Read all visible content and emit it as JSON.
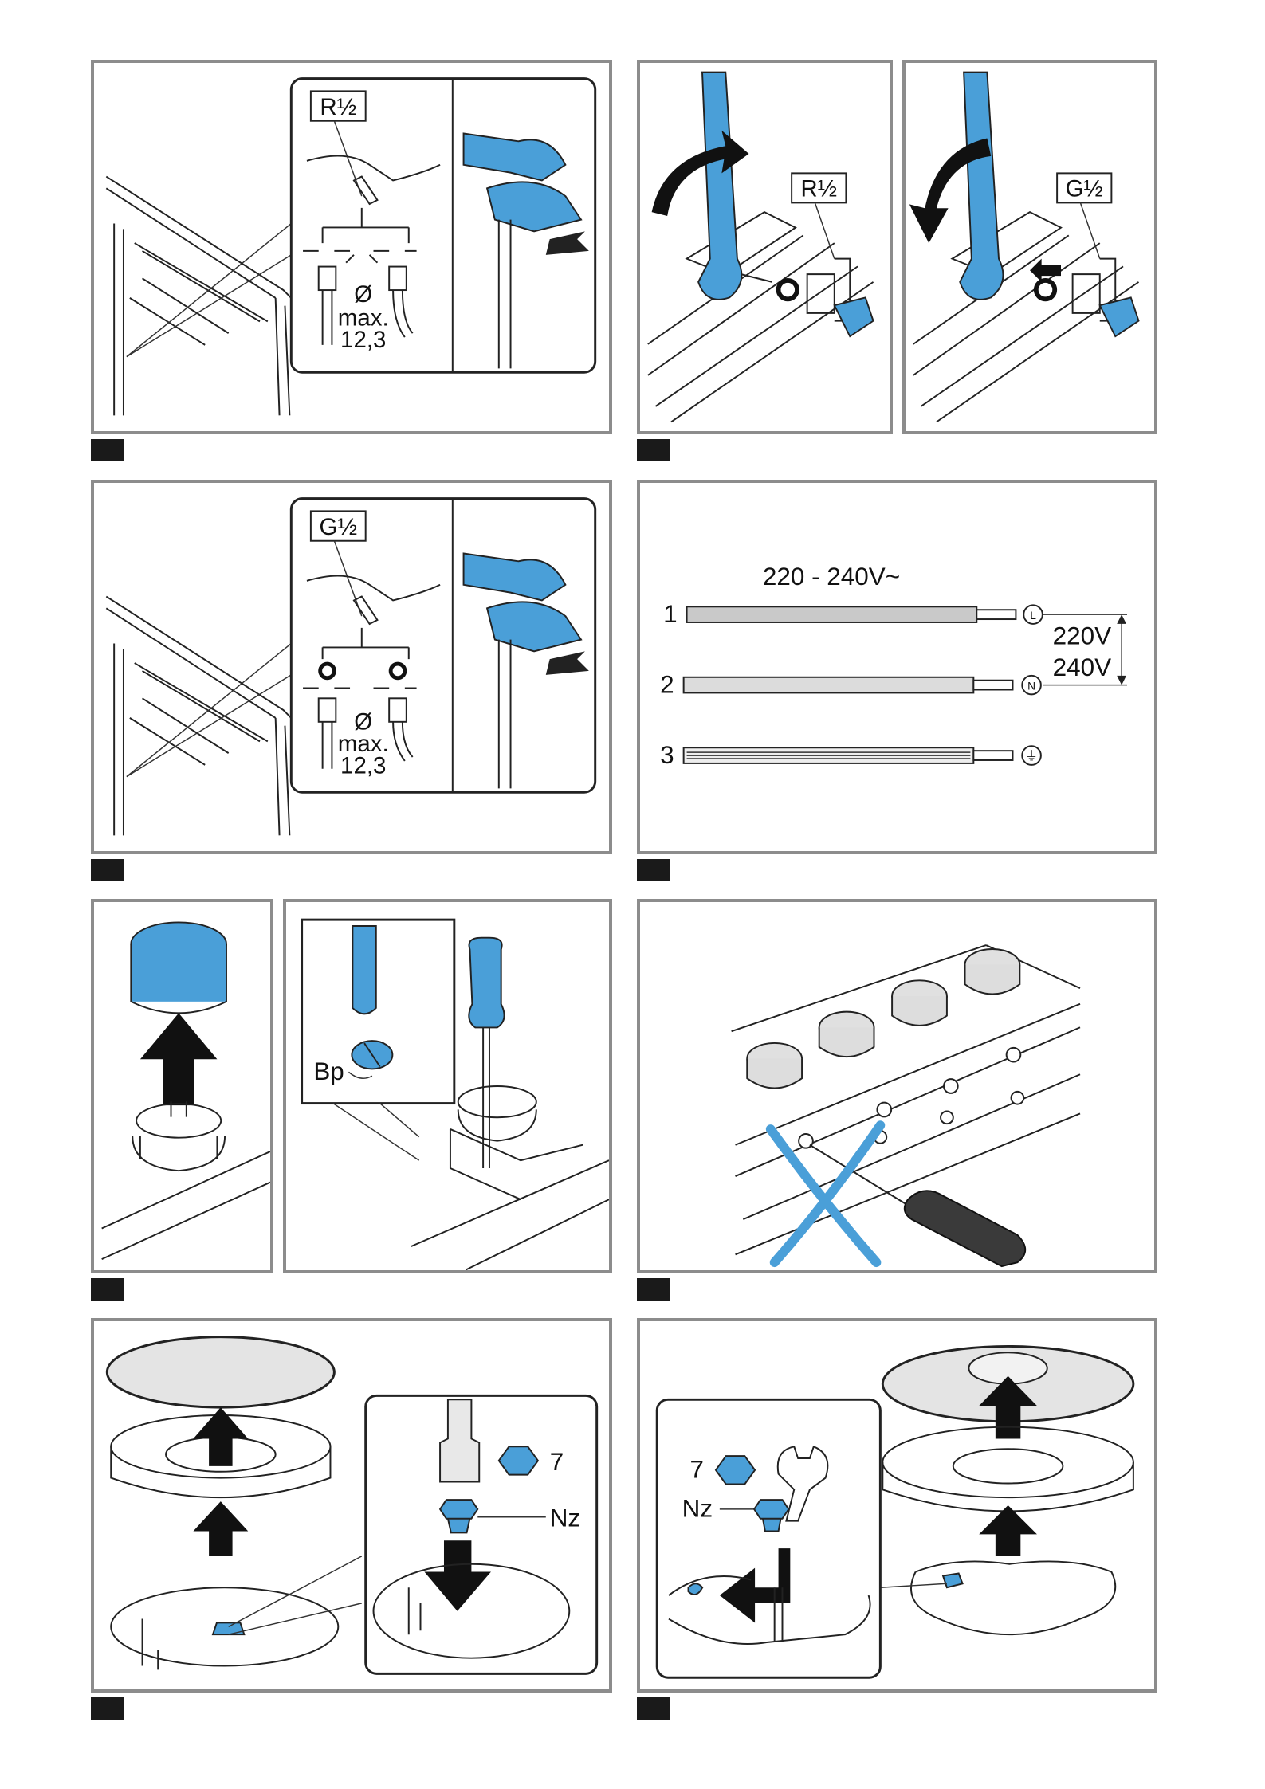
{
  "colors": {
    "accent_blue": "#4a9fd8",
    "frame_grey": "#8c8c8c",
    "marker_black": "#1a1a1a"
  },
  "fig1": {
    "thread": "R½",
    "dia_symbol": "Ø",
    "max_label": "max.",
    "max_value": "12,3"
  },
  "fig2": {
    "thread_left": "R½",
    "thread_right": "G½"
  },
  "fig3": {
    "thread": "G½",
    "dia_symbol": "Ø",
    "max_label": "max.",
    "max_value": "12,3"
  },
  "fig4": {
    "voltage": "220 - 240V~",
    "wires": [
      {
        "num": "1",
        "terminal": "L"
      },
      {
        "num": "2",
        "terminal": "N"
      },
      {
        "num": "3",
        "terminal": "⏚"
      }
    ],
    "v_upper": "220V",
    "v_lower": "240V"
  },
  "fig5": {
    "label": "Bp"
  },
  "fig7": {
    "wrench_size": "7",
    "nozzle": "Nz"
  },
  "fig8": {
    "wrench_size": "7",
    "nozzle": "Nz"
  }
}
